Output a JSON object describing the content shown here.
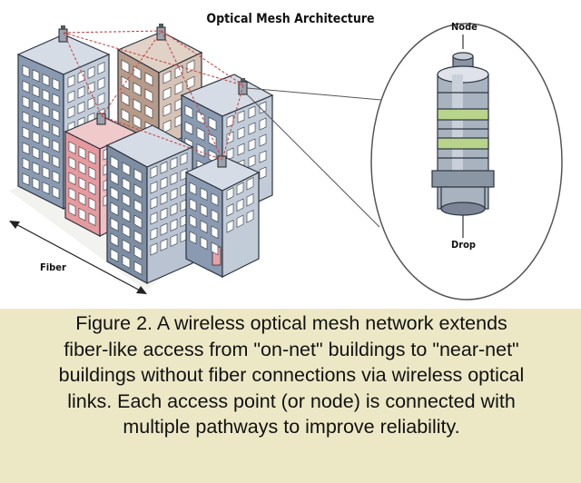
{
  "diagram": {
    "title": "Optical Mesh Architecture",
    "labels": {
      "node": "Node",
      "drop": "Drop",
      "fiber": "Fiber"
    }
  },
  "caption": {
    "lines": [
      "Figure 2. A wireless optical mesh network extends",
      "fiber-like access from \"on-net\" buildings to \"near-net\"",
      "buildings without fiber connections via wireless optical",
      "links. Each access point (or node) is connected with",
      "multiple pathways to improve reliability."
    ]
  },
  "colors": {
    "background_top": "#ffffff",
    "background_caption": "#ece8c6",
    "building_front": "#7d8ea3",
    "building_side": "#b9c3d2",
    "building_pink": "#e7a3a6",
    "building_tan": "#c9ad9d",
    "window": "#ffffff",
    "mesh_link": "#c94a4a",
    "node_accent": "#b8d48b"
  }
}
